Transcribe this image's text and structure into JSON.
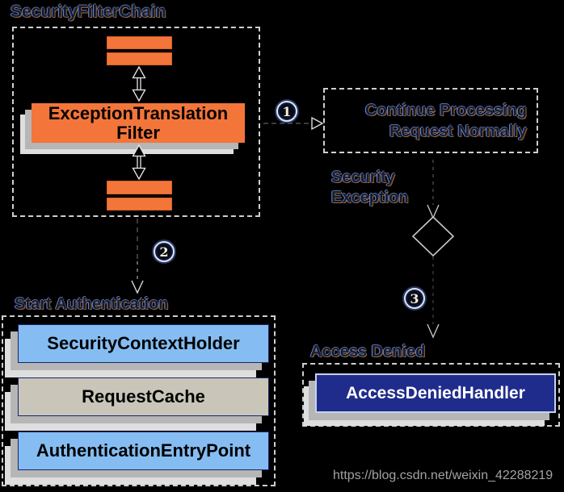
{
  "title": "SecurityFilterChain",
  "chain": {
    "filter_line1": "ExceptionTranslation",
    "filter_line2": "Filter"
  },
  "steps": {
    "s1": "1",
    "s2": "2",
    "s3": "3"
  },
  "continue_box": {
    "line1": "Continue Processing",
    "line2": "Request Normally"
  },
  "security_exception": {
    "line1": "Security",
    "line2": "Exception"
  },
  "start_auth": {
    "label": "Start Authentication",
    "boxes": [
      "SecurityContextHolder",
      "RequestCache",
      "AuthenticationEntryPoint"
    ]
  },
  "access_denied": {
    "label": "Access Denied",
    "handler": "AccessDeniedHandler"
  },
  "watermark": "https://blog.csdn.net/weixin_42288219",
  "colors": {
    "background": "#000000",
    "filter_orange": "#F4753A",
    "card_blue": "#85BDF2",
    "card_beige": "#C9C5B9",
    "handler_navy": "#1F2C8C",
    "dashed_border": "#cfcfcf",
    "watermark_gray": "#a2a2a2"
  }
}
